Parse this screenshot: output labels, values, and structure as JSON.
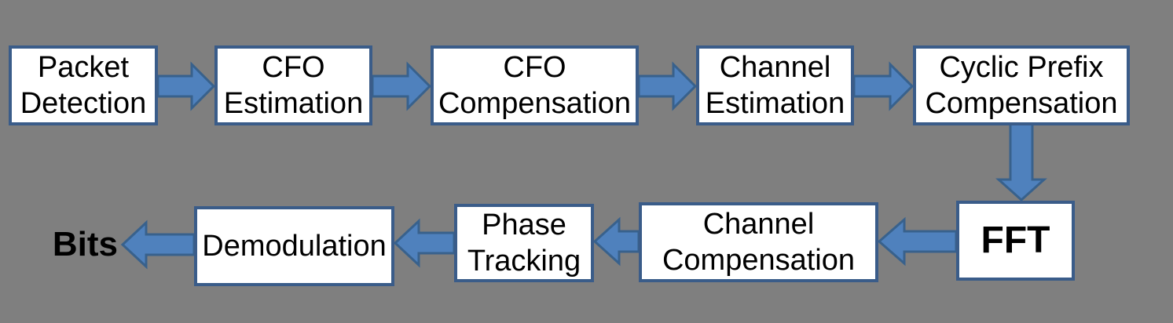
{
  "colors": {
    "background": "#7f7f7f",
    "box_fill": "#ffffff",
    "box_border": "#3a5c89",
    "arrow_fill": "#4f81bd",
    "arrow_outline": "#38618c",
    "text": "#000000"
  },
  "diagram": {
    "type": "flowchart",
    "nodes": [
      {
        "id": "packet-detection",
        "label": "Packet\nDetection"
      },
      {
        "id": "cfo-estimation",
        "label": "CFO\nEstimation"
      },
      {
        "id": "cfo-compensation",
        "label": "CFO\nCompensation"
      },
      {
        "id": "channel-estimation",
        "label": "Channel\nEstimation"
      },
      {
        "id": "cyclic-prefix-compensation",
        "label": "Cyclic Prefix\nCompensation"
      },
      {
        "id": "fft",
        "label": "FFT"
      },
      {
        "id": "channel-compensation",
        "label": "Channel\nCompensation"
      },
      {
        "id": "phase-tracking",
        "label": "Phase\nTracking"
      },
      {
        "id": "demodulation",
        "label": "Demodulation"
      }
    ],
    "edges": [
      {
        "from": "packet-detection",
        "to": "cfo-estimation",
        "direction": "right"
      },
      {
        "from": "cfo-estimation",
        "to": "cfo-compensation",
        "direction": "right"
      },
      {
        "from": "cfo-compensation",
        "to": "channel-estimation",
        "direction": "right"
      },
      {
        "from": "channel-estimation",
        "to": "cyclic-prefix-compensation",
        "direction": "right"
      },
      {
        "from": "cyclic-prefix-compensation",
        "to": "fft",
        "direction": "down"
      },
      {
        "from": "fft",
        "to": "channel-compensation",
        "direction": "left"
      },
      {
        "from": "channel-compensation",
        "to": "phase-tracking",
        "direction": "left"
      },
      {
        "from": "phase-tracking",
        "to": "demodulation",
        "direction": "left"
      },
      {
        "from": "demodulation",
        "to": "bits-output",
        "direction": "left"
      }
    ],
    "output_label": "Bits"
  }
}
